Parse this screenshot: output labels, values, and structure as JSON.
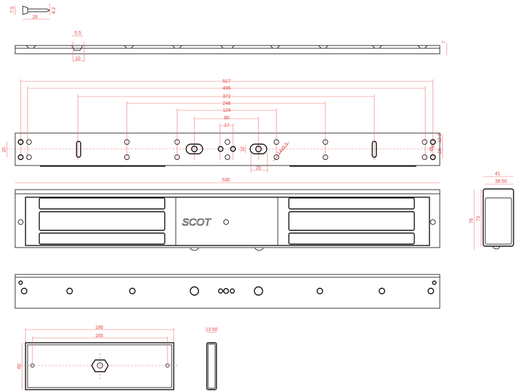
{
  "screw": {
    "head_height": "7.5",
    "thread_diameter": "4.2",
    "length": "25"
  },
  "profile": {
    "countersink": "5.5",
    "hole_spacing": "10",
    "thickness": "7"
  },
  "top_plate": {
    "dims": [
      "517",
      "496",
      "372",
      "248",
      "124",
      "80",
      "17"
    ],
    "height": "20",
    "slot_height": "12",
    "slot_width": "20",
    "slot_size": "14x5.5",
    "edge_offset": "12.3",
    "hole_spacing": "18",
    "hole_diameter": "Ø6"
  },
  "front_view": {
    "length": "530",
    "logo": "SCOT"
  },
  "end_view": {
    "width_outer": "41",
    "width_inner": "39.50",
    "height_outer": "76",
    "height_inner": "73"
  },
  "armature": {
    "length": "186",
    "hole_spacing": "165",
    "height": "60",
    "thickness": "13.50"
  }
}
